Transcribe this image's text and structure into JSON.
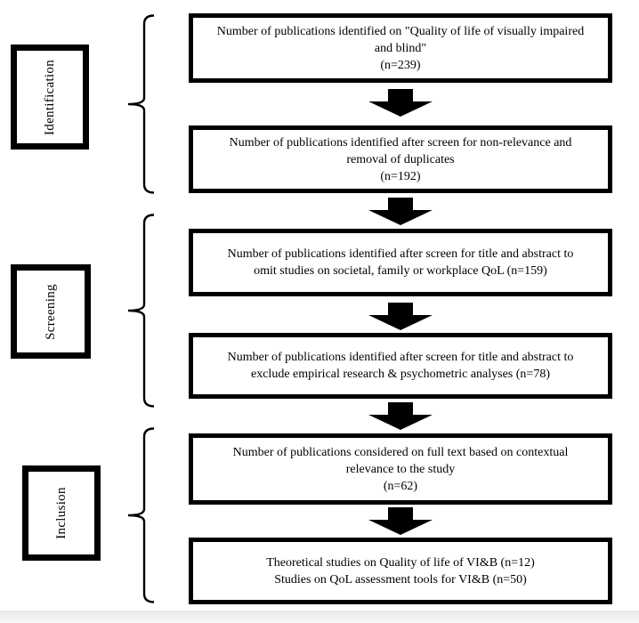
{
  "diagram": {
    "title_semantic": "Publication screening flow diagram",
    "stages": [
      {
        "label": "Identification"
      },
      {
        "label": "Screening"
      },
      {
        "label": "Inclusion"
      }
    ],
    "boxes": [
      {
        "lines": [
          "Number of publications identified on \"Quality of life of visually impaired",
          "and blind\"",
          "(n=239)"
        ]
      },
      {
        "lines": [
          "Number of publications identified after screen for non-relevance and",
          "removal of duplicates",
          "(n=192)"
        ]
      },
      {
        "lines": [
          "Number of publications identified after screen for title and abstract to",
          "omit studies on societal, family or workplace QoL (n=159)"
        ]
      },
      {
        "lines": [
          "Number of publications identified after screen for title and abstract to",
          "exclude empirical research & psychometric analyses (n=78)"
        ]
      },
      {
        "lines": [
          "Number of publications considered on full text based on contextual",
          "relevance to the study",
          "(n=62)"
        ]
      },
      {
        "lines": [
          "Theoretical studies on Quality of life of VI&B (n=12)",
          "Studies on QoL assessment tools for VI&B (n=50)"
        ]
      }
    ],
    "colors": {
      "box_border": "#000000",
      "arrow": "#000000",
      "text": "#000000",
      "background": "#ffffff",
      "footer_band": "#ededed"
    }
  }
}
